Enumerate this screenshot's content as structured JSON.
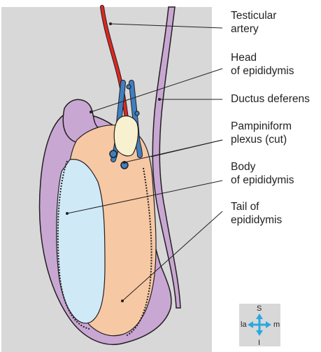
{
  "labels": {
    "testicular_artery": [
      "Testicular",
      "artery"
    ],
    "head_of_epididymis": [
      "Head",
      "of epididymis"
    ],
    "ductus_deferens": [
      "Ductus deferens"
    ],
    "pampiniform_plexus": [
      "Pampiniform",
      "plexus (cut)"
    ],
    "body_of_epididymis": [
      "Body",
      "of epididymis"
    ],
    "tail_of_epididymis": [
      "Tail of",
      "epididymis"
    ]
  },
  "compass": {
    "top": "S",
    "left": "la",
    "right": "m",
    "bottom": "I"
  },
  "colors": {
    "background_panel": "#d8d8d8",
    "epididymis": "#c9a7d3",
    "testis": "#f7c8a4",
    "rete": "#cfe9f7",
    "artery": "#e0271f",
    "veins": "#3f7fc1",
    "cut_plexus": "#f7f1cf",
    "compass_arrows": "#2aa8e0"
  }
}
